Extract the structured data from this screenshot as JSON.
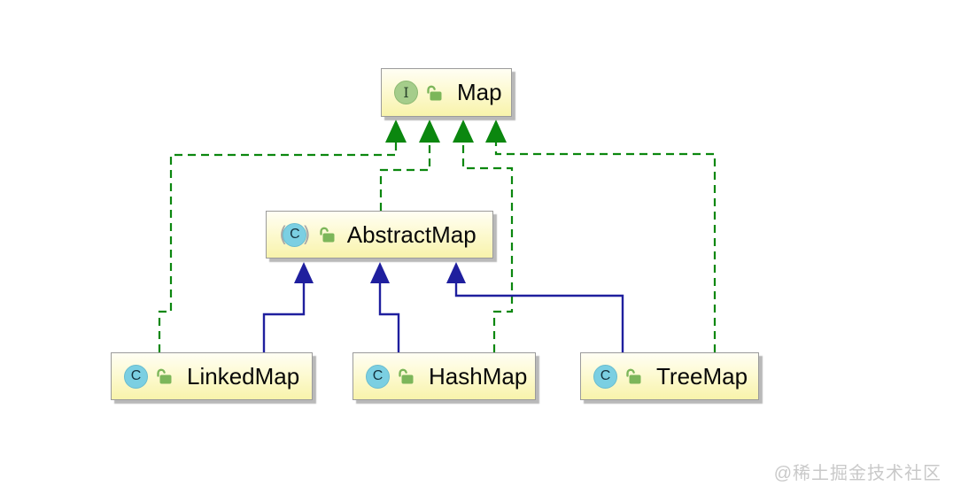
{
  "diagram": {
    "kind": "uml-class-diagram",
    "nodes": [
      {
        "id": "map",
        "label": "Map",
        "type": "interface",
        "badge_letter": "I",
        "badge_icon": "interface-icon",
        "lock_icon": "unlocked"
      },
      {
        "id": "abstractmap",
        "label": "AbstractMap",
        "type": "abstract-class",
        "badge_letter": "C",
        "badge_icon": "abstract-class-icon",
        "lock_icon": "unlocked",
        "paren_left": "(",
        "paren_right": ")"
      },
      {
        "id": "linkedmap",
        "label": "LinkedMap",
        "type": "class",
        "badge_letter": "C",
        "badge_icon": "class-icon",
        "lock_icon": "unlocked"
      },
      {
        "id": "hashmap",
        "label": "HashMap",
        "type": "class",
        "badge_letter": "C",
        "badge_icon": "class-icon",
        "lock_icon": "unlocked"
      },
      {
        "id": "treemap",
        "label": "TreeMap",
        "type": "class",
        "badge_letter": "C",
        "badge_icon": "class-icon",
        "lock_icon": "unlocked"
      }
    ],
    "edges": [
      {
        "from": "linkedmap",
        "to": "map",
        "relation": "implements",
        "line_style": "dashed"
      },
      {
        "from": "abstractmap",
        "to": "map",
        "relation": "implements",
        "line_style": "dashed"
      },
      {
        "from": "hashmap",
        "to": "map",
        "relation": "implements",
        "line_style": "dashed"
      },
      {
        "from": "treemap",
        "to": "map",
        "relation": "implements",
        "line_style": "dashed"
      },
      {
        "from": "linkedmap",
        "to": "abstractmap",
        "relation": "extends",
        "line_style": "solid"
      },
      {
        "from": "hashmap",
        "to": "abstractmap",
        "relation": "extends",
        "line_style": "solid"
      },
      {
        "from": "treemap",
        "to": "abstractmap",
        "relation": "extends",
        "line_style": "solid"
      }
    ],
    "colors": {
      "implements_edge": "#0b870f",
      "extends_edge": "#1f1f9e",
      "node_fill_top": "#fffef4",
      "node_fill_bottom": "#f8f3ab",
      "node_border": "#9b9b9b",
      "interface_badge": "#a5cd8b",
      "class_badge": "#7bcfe2",
      "lock_green": "#7cb65a"
    }
  },
  "watermark": {
    "text": "@稀土掘金技术社区"
  }
}
